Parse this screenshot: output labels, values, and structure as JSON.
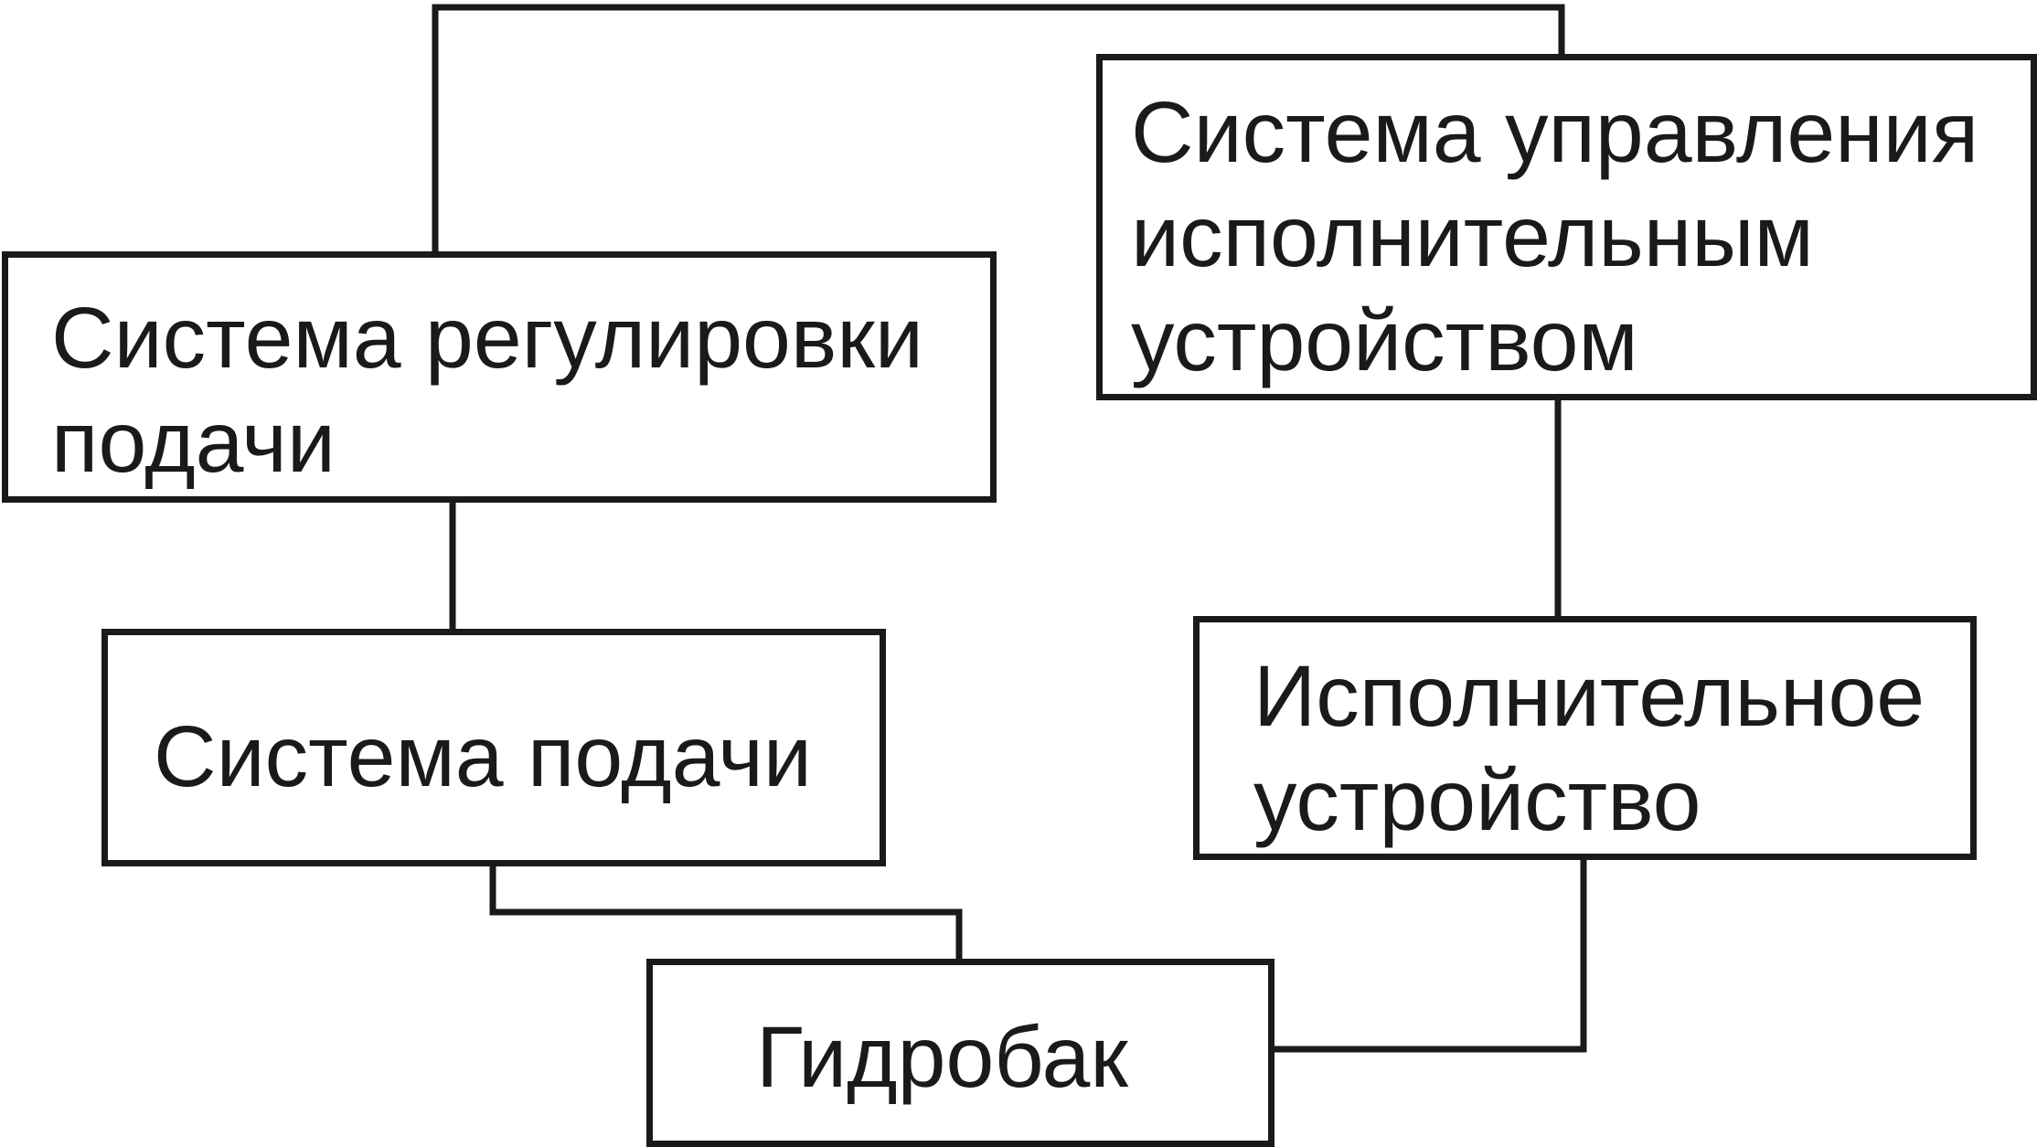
{
  "boxes": {
    "feed_regulation": {
      "lines": [
        "Система регулировки",
        "подачи"
      ]
    },
    "actuator_control": {
      "lines": [
        "Система управления",
        "исполнительным",
        "устройством"
      ]
    },
    "feed_system": {
      "lines": [
        "Система подачи"
      ]
    },
    "actuator": {
      "lines": [
        "Исполнительное",
        "устройство"
      ]
    },
    "hydro_tank": {
      "lines": [
        "Гидробак"
      ]
    }
  },
  "colors": {
    "line": "#1a1a1a",
    "background": "#ffffff"
  }
}
